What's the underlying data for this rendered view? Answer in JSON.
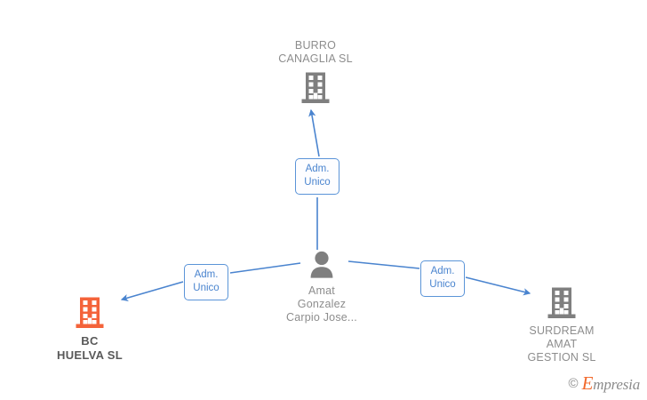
{
  "graph": {
    "title": "Empresia relationship graph",
    "colors": {
      "edge_blue": "#4a84cf",
      "node_gray": "#7f7f7f",
      "node_highlight_orange": "#f4633a",
      "label_gray": "#7a7a7a",
      "background": "#ffffff"
    },
    "nodes": [
      {
        "id": "burro-canaglia",
        "label": "BURRO\nCANAGLIA  SL",
        "icon": "building-icon",
        "icon_color": "#7f7f7f",
        "type": "company",
        "highlighted": false,
        "label_position": "above"
      },
      {
        "id": "person-amat",
        "label": "Amat\nGonzalez\nCarpio Jose...",
        "icon": "person-icon",
        "icon_color": "#7f7f7f",
        "type": "person",
        "highlighted": false,
        "label_position": "below"
      },
      {
        "id": "bc-huelva",
        "label": "BC\nHUELVA  SL",
        "icon": "building-icon",
        "icon_color": "#f4633a",
        "type": "company",
        "highlighted": true,
        "label_position": "below"
      },
      {
        "id": "surdream-amat-gestion",
        "label": "SURDREAM\nAMAT\nGESTION  SL",
        "icon": "building-icon",
        "icon_color": "#7f7f7f",
        "type": "company",
        "highlighted": false,
        "label_position": "below"
      }
    ],
    "edges": [
      {
        "id": "edge-top",
        "from": "person-amat",
        "to": "burro-canaglia",
        "label": "Adm.\nUnico",
        "direction": "up"
      },
      {
        "id": "edge-left",
        "from": "person-amat",
        "to": "bc-huelva",
        "label": "Adm.\nUnico",
        "direction": "down-left"
      },
      {
        "id": "edge-right",
        "from": "person-amat",
        "to": "surdream-amat-gestion",
        "label": "Adm.\nUnico",
        "direction": "down-right"
      }
    ]
  },
  "watermark": {
    "copyright": "©",
    "brand_initial": "E",
    "brand_rest": "mpresia"
  }
}
